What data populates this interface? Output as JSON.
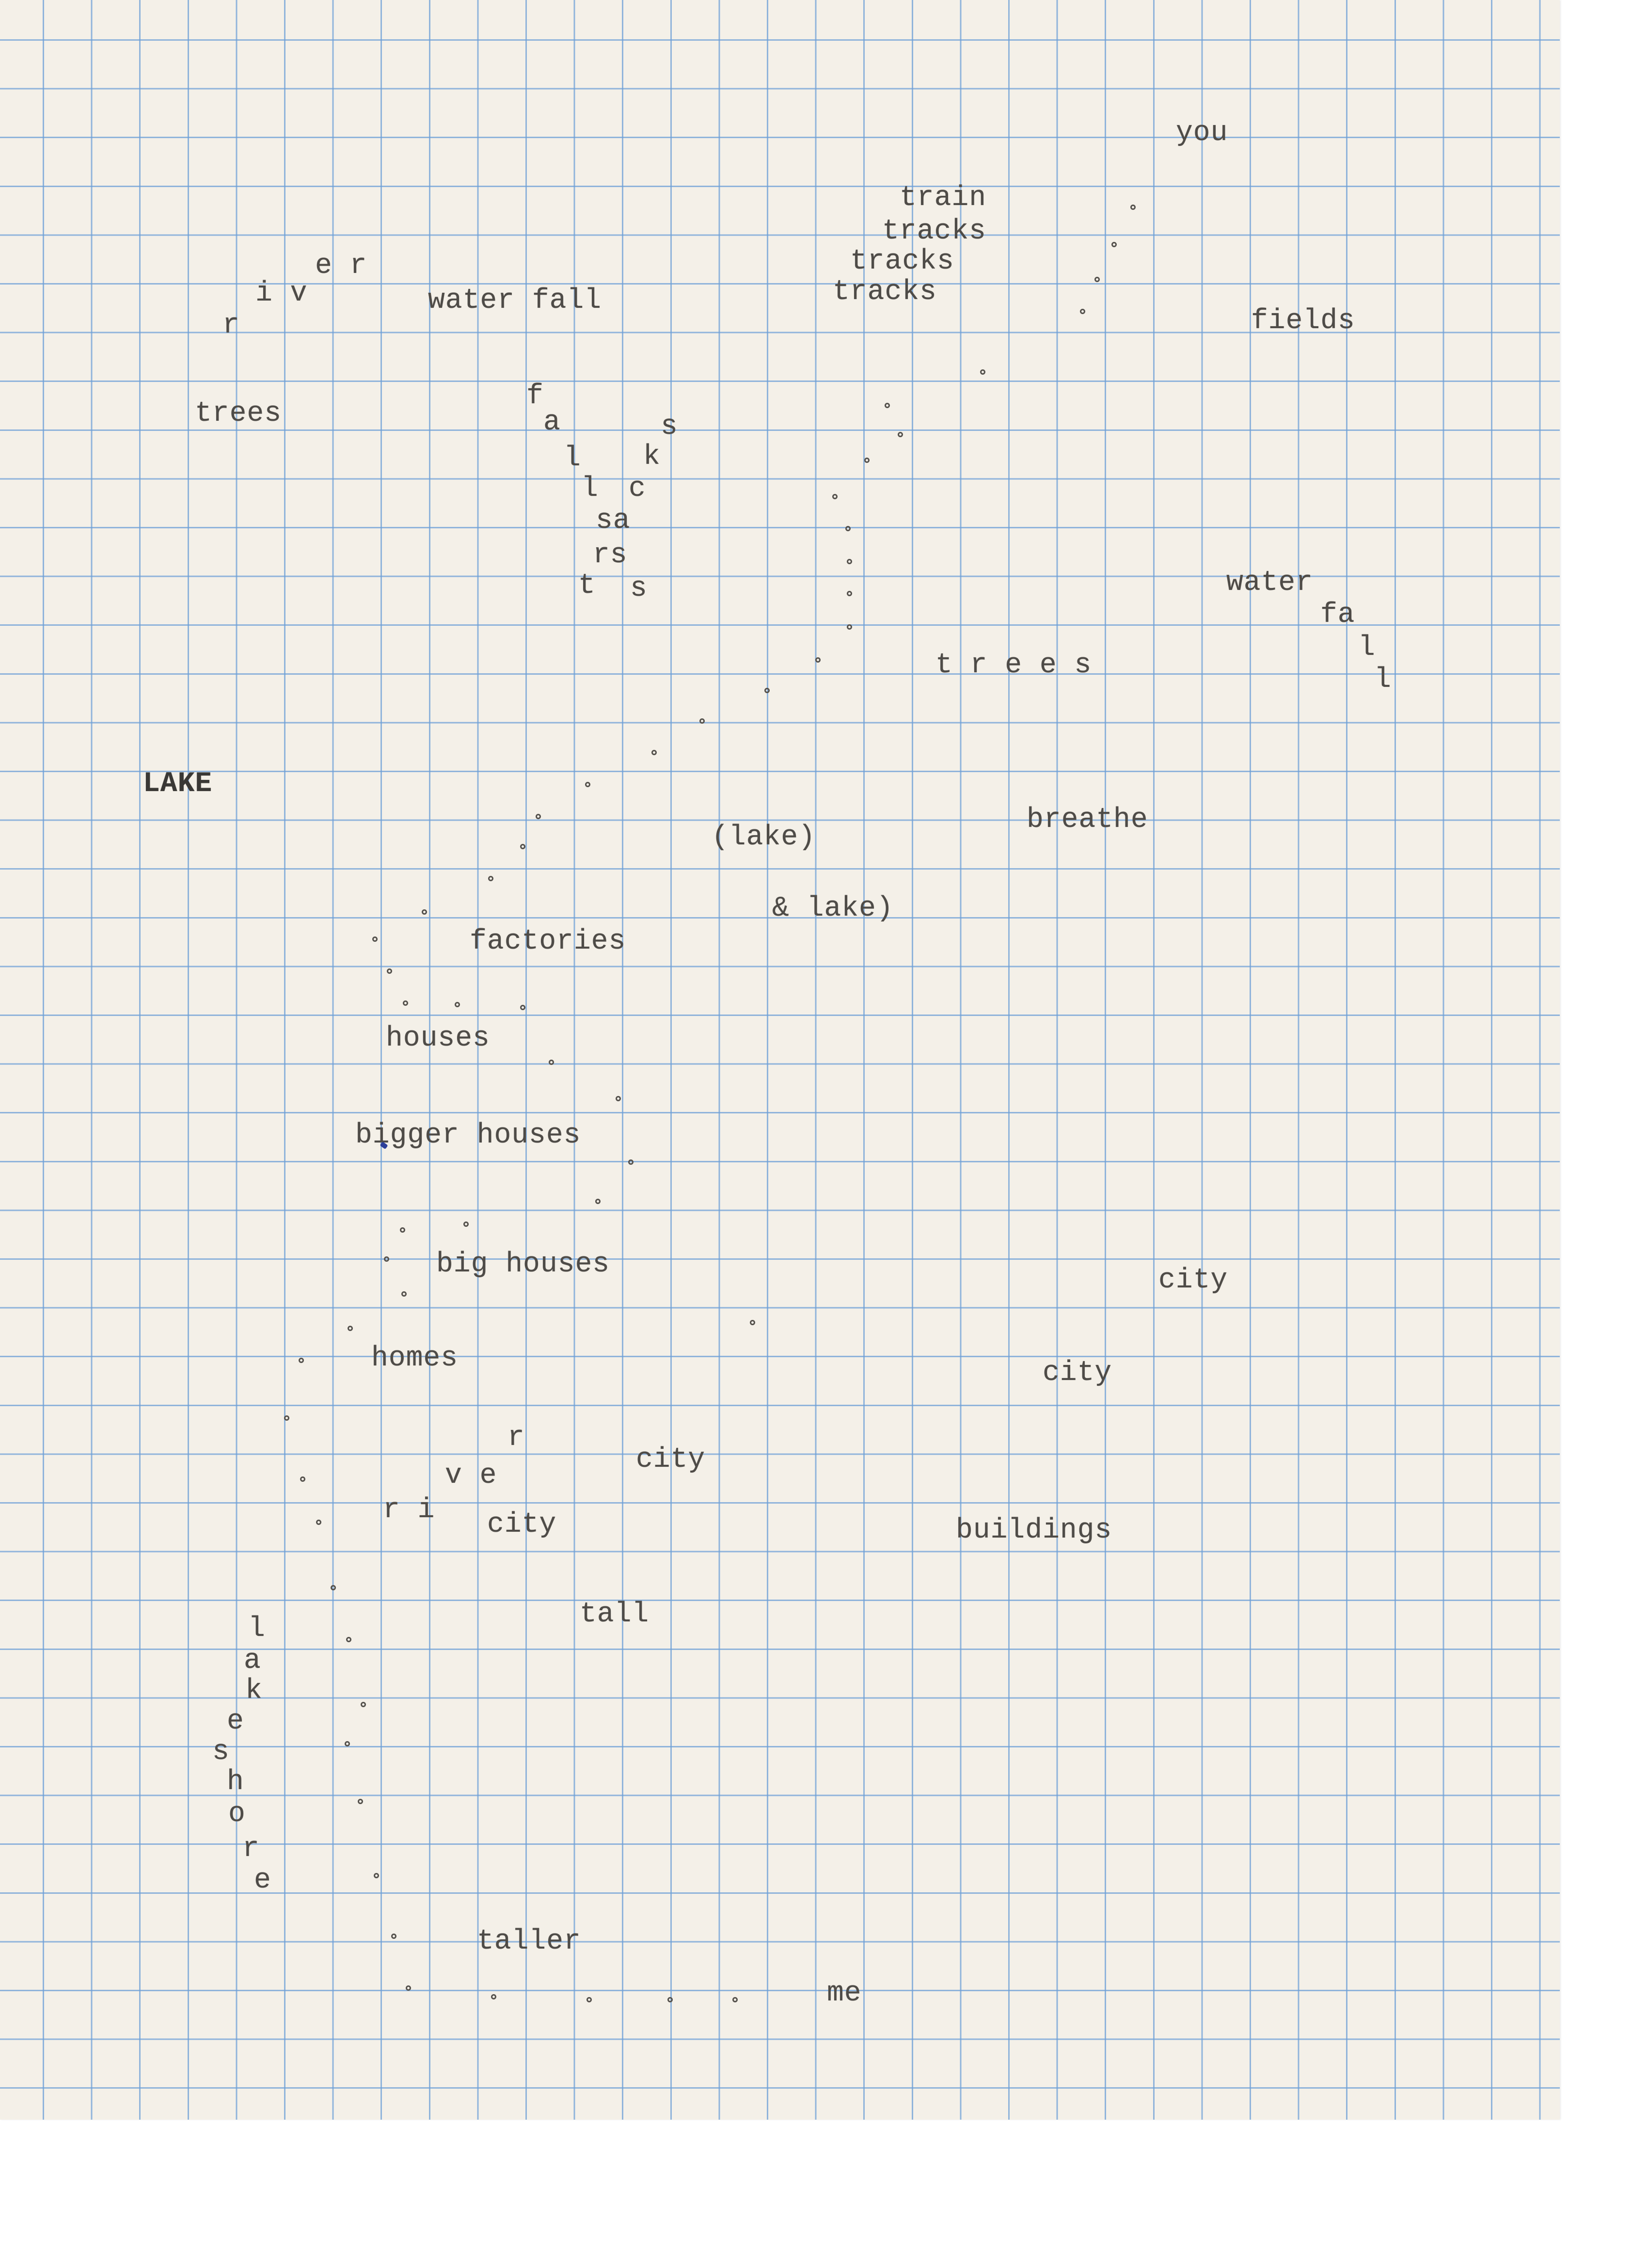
{
  "poem": {
    "words": [
      "you",
      "train",
      "tracks",
      "tracks",
      "tracks",
      "e r",
      "i v",
      "r",
      "water fall",
      "fields",
      "trees",
      "f",
      "a",
      "s",
      "l",
      "k",
      "l",
      "c",
      "sa",
      "rs",
      "t",
      "s",
      "water",
      "fa",
      "l",
      "l",
      "t r e e s",
      "LAKE",
      "breathe",
      "(lake)",
      "& lake)",
      "factories",
      "houses",
      "bigger houses",
      "big houses",
      "city",
      "city",
      "homes",
      "r",
      "v e",
      "r i",
      "city",
      "city",
      "buildings",
      "tall",
      "l",
      "a",
      "k",
      "e",
      "s",
      "h",
      "o",
      "r",
      "e",
      "taller",
      "me"
    ]
  },
  "colors": {
    "paper": "#f4f0e8",
    "grid": "#6ea0d7",
    "ink": "#4e4b47",
    "pen_mark": "#2c3f9a"
  }
}
